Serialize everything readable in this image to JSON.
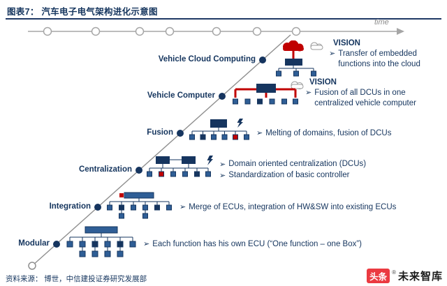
{
  "header": {
    "title": "图表7：  汽车电子电气架构进化示意图"
  },
  "timeline": {
    "label": "time"
  },
  "glyphs": {
    "arrow_bullet": "➢"
  },
  "stages": [
    {
      "name": "Modular",
      "bullets": [
        "Each function has his own ECU (“One function – one Box”)"
      ]
    },
    {
      "name": "Integration",
      "bullets": [
        "Merge of ECUs, integration of HW&SW into existing ECUs"
      ]
    },
    {
      "name": "Centralization",
      "bullets": [
        "Domain oriented centralization (DCUs)",
        "Standardization of basic controller"
      ]
    },
    {
      "name": "Fusion",
      "bullets": [
        "Melting of domains, fusion of DCUs"
      ]
    },
    {
      "name": "Vehicle Computer",
      "vision": "VISION",
      "bullets": [
        "Fusion of all DCUs in one centralized vehicle computer"
      ]
    },
    {
      "name": "Vehicle Cloud Computing",
      "vision": "VISION",
      "bullets": [
        "Transfer of embedded functions into the cloud"
      ]
    }
  ],
  "footer": {
    "source": "资料来源： 博世，中信建投证券研究发展部"
  },
  "brand": {
    "badge": "头条",
    "registered": "®",
    "name": "未来智库"
  },
  "colors": {
    "navy": "#15355e",
    "red": "#c00000",
    "axis_gray": "#a6a6a6"
  }
}
